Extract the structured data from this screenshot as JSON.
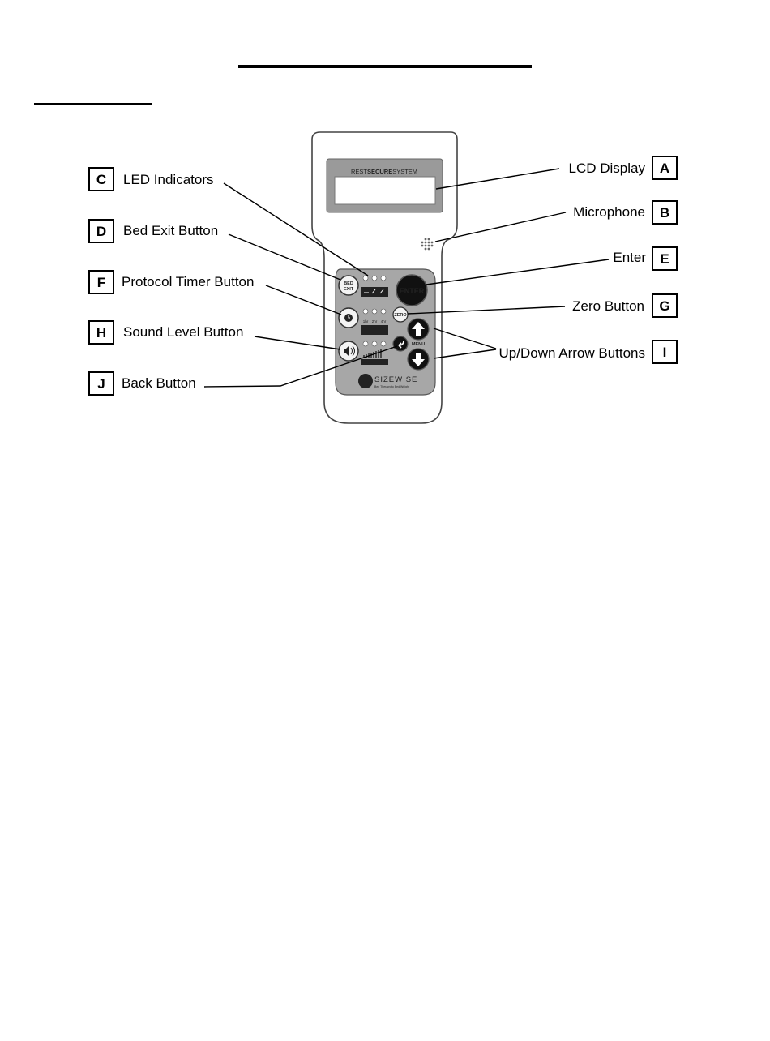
{
  "device": {
    "brand_text": "RESTSECURESYSTEM",
    "brand_parts": [
      "REST",
      "SECURE",
      "SYSTEM"
    ],
    "buttons": {
      "bed_exit": [
        "BED",
        "EXIT"
      ],
      "enter": "ENTER",
      "zero": "ZERO",
      "menu": "MENU",
      "protocol_timer": [
        "PROTOCOL",
        "TIMER"
      ],
      "sound_level": "SOUND LEVEL"
    },
    "timer_labels": [
      "1hr",
      "2hr",
      "4hr"
    ],
    "logo_text": "SIZEWISE",
    "logo_tagline": "Bed Therapy to Bed Weight",
    "logo_letter": "S"
  },
  "callouts": [
    {
      "letter": "C",
      "label": "LED Indicators",
      "side": "left",
      "icon": "led-indicators"
    },
    {
      "letter": "D",
      "label": "Bed Exit Button",
      "side": "left",
      "icon": "bed-exit-button"
    },
    {
      "letter": "F",
      "label": "Protocol Timer Button",
      "side": "left",
      "icon": "protocol-timer-button"
    },
    {
      "letter": "H",
      "label": "Sound Level Button",
      "side": "left",
      "icon": "sound-level-button"
    },
    {
      "letter": "J",
      "label": "Back Button",
      "side": "left",
      "icon": "back-button"
    },
    {
      "letter": "A",
      "label": "LCD Display",
      "side": "right",
      "icon": "lcd-display"
    },
    {
      "letter": "B",
      "label": "Microphone",
      "side": "right",
      "icon": "microphone"
    },
    {
      "letter": "E",
      "label": "Enter",
      "side": "right",
      "icon": "enter-button"
    },
    {
      "letter": "G",
      "label": "Zero Button",
      "side": "right",
      "icon": "zero-button"
    },
    {
      "letter": "I",
      "label": "Up/Down Arrow Buttons",
      "side": "right",
      "icon": "arrow-buttons"
    }
  ]
}
